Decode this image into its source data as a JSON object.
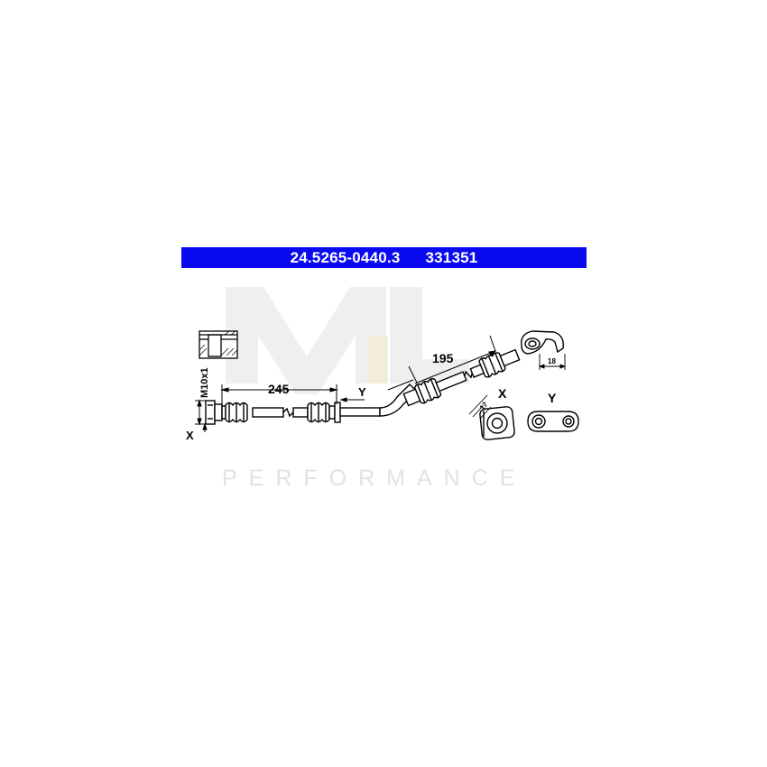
{
  "header": {
    "part_number": "24.5265-0440.3",
    "alt_number": "331351"
  },
  "watermark": {
    "logo_letters": "ML",
    "subtitle": "PERFORMANCE"
  },
  "dimensions": {
    "left_length": "245",
    "right_length": "195",
    "thread": "M10x1",
    "x_width": "17",
    "y_width": "18"
  },
  "view_labels": {
    "x_end": "X",
    "y_point": "Y",
    "x_view": "X",
    "y_view": "Y"
  },
  "colors": {
    "header_background": "#0a0af0",
    "header_text": "#ffffff",
    "line": "#000000",
    "watermark": "#e2e2e2"
  }
}
